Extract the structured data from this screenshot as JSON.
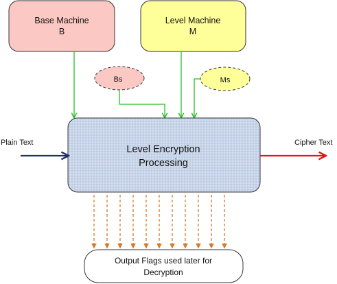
{
  "nodes": {
    "base_machine": {
      "line1": "Base Machine",
      "line2": "B",
      "fill": "#fbc8c4"
    },
    "level_machine": {
      "line1": "Level Machine",
      "line2": "M",
      "fill": "#ffff99"
    },
    "bs": {
      "label": "Bs",
      "fill": "#fbc8c4"
    },
    "ms": {
      "label": "Ms",
      "fill": "#ffff99"
    },
    "processing": {
      "line1": "Level Encryption",
      "line2": "Processing",
      "fill": "#c9d6ea"
    },
    "output_flags": {
      "line1": "Output Flags used later for",
      "line2": "Decryption",
      "fill": "#ffffff"
    }
  },
  "io": {
    "input_label": "Plain Text",
    "output_label": "Cipher Text"
  },
  "colors": {
    "green_arrow": "#22c022",
    "input_arrow": "#1f2f6e",
    "output_arrow": "#e41414",
    "flag_arrows": "#d87a28"
  },
  "flag_arrow_count": 11
}
